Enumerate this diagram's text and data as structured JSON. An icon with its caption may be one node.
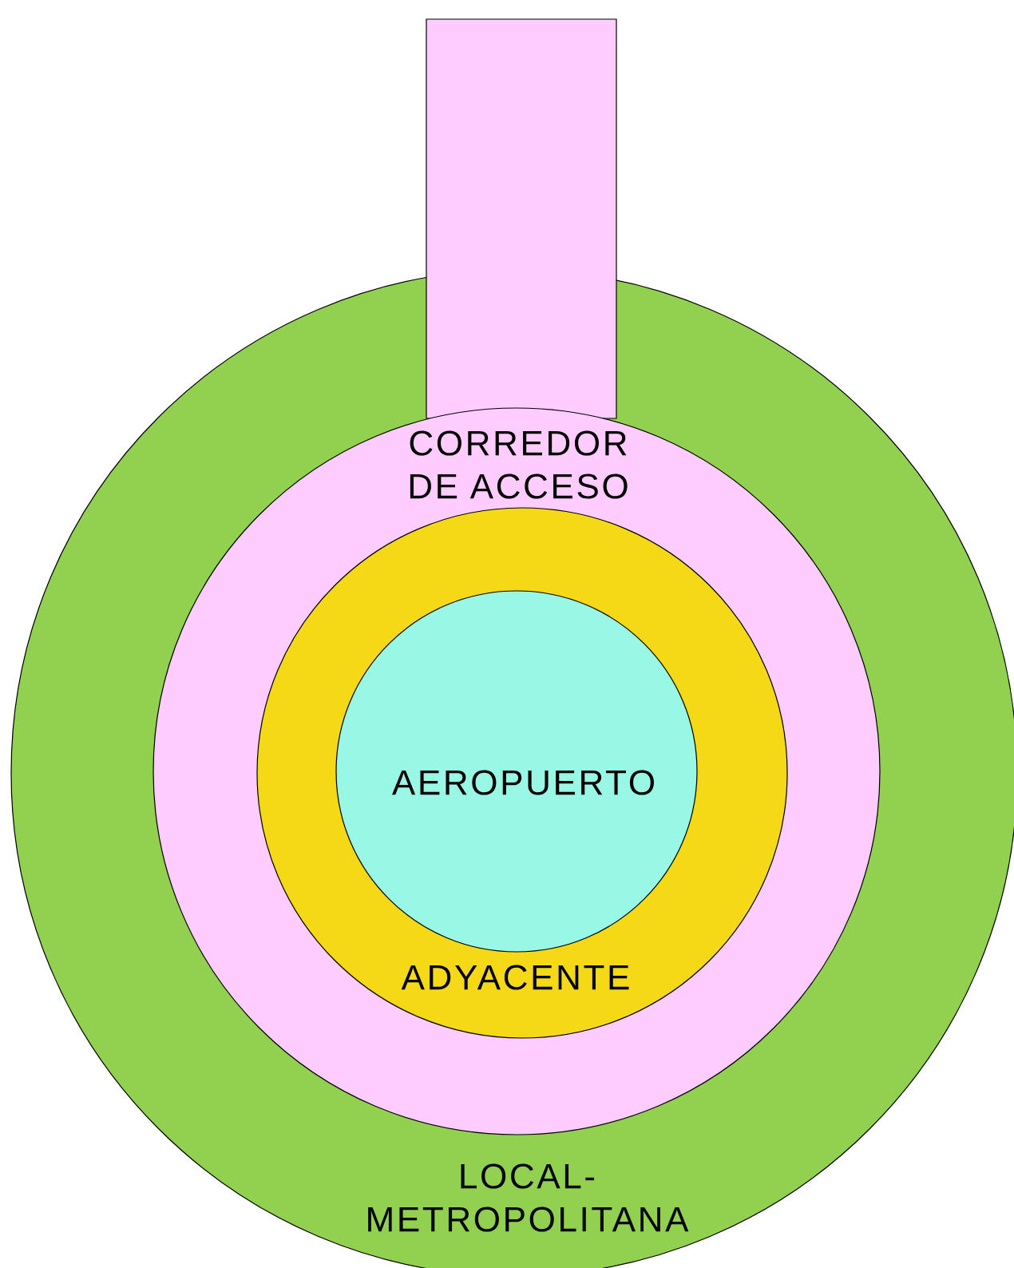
{
  "diagram": {
    "nodes": [
      {
        "text": [
          "LOCAL-METROPOLITANA"
        ]
      },
      {
        "text": [],
        "shape": "box"
      },
      {
        "text": [
          "CORREDOR DE ACCESO"
        ],
        "in": 0
      },
      {
        "text": [
          "ADYACENTE"
        ],
        "in": 2
      },
      {
        "text": [
          "AEROPUERTO"
        ],
        "in": 3
      }
    ]
  }
}
